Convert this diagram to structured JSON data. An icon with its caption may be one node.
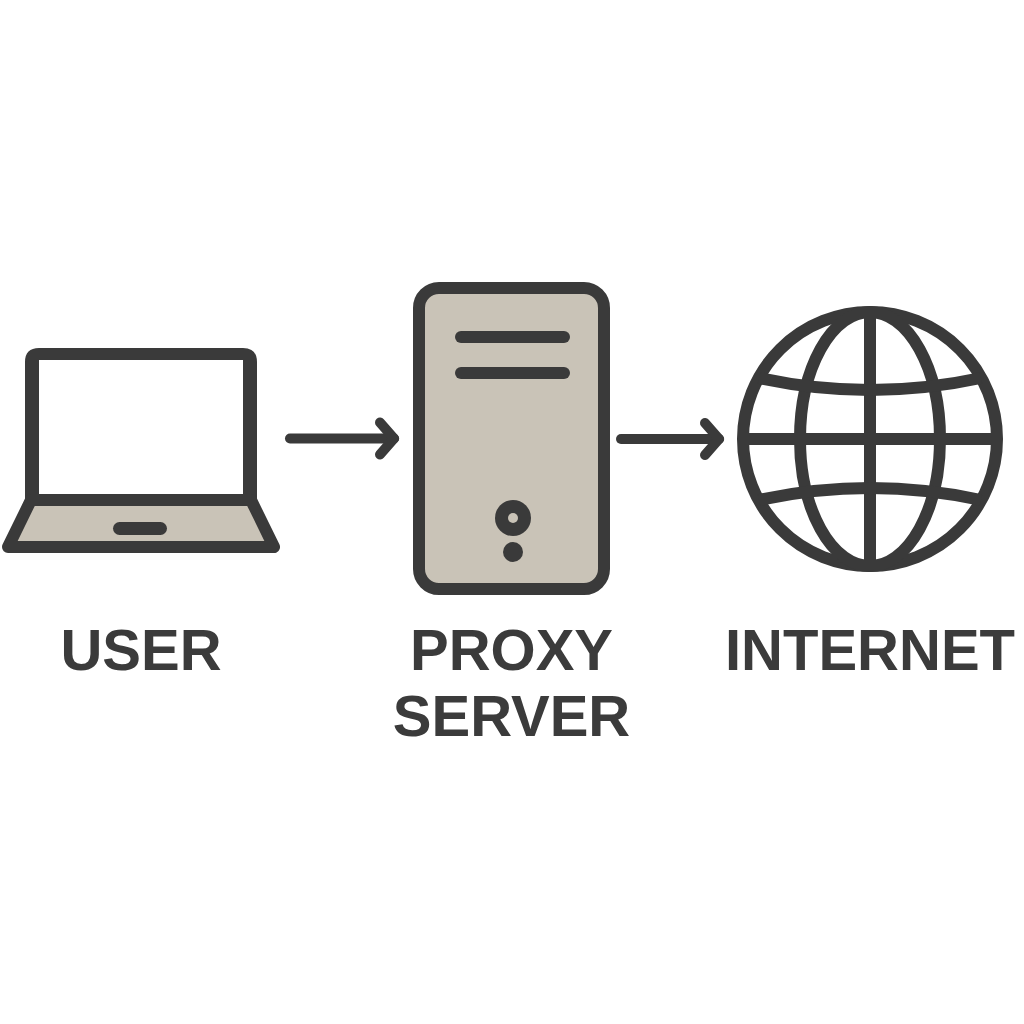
{
  "diagram": {
    "nodes": [
      {
        "text": [],
        "shape": "picture",
        "beside": [
          "USER"
        ]
      },
      {
        "text": [],
        "shape": "picture",
        "beside": [
          "PROXY SERVER"
        ]
      },
      {
        "text": [],
        "shape": "picture",
        "beside": [
          "INTERNET"
        ]
      }
    ],
    "edges": [
      {
        "from": 0,
        "to": 1,
        "arrow": "to"
      },
      {
        "from": 1,
        "to": 2,
        "arrow": "to"
      }
    ]
  }
}
